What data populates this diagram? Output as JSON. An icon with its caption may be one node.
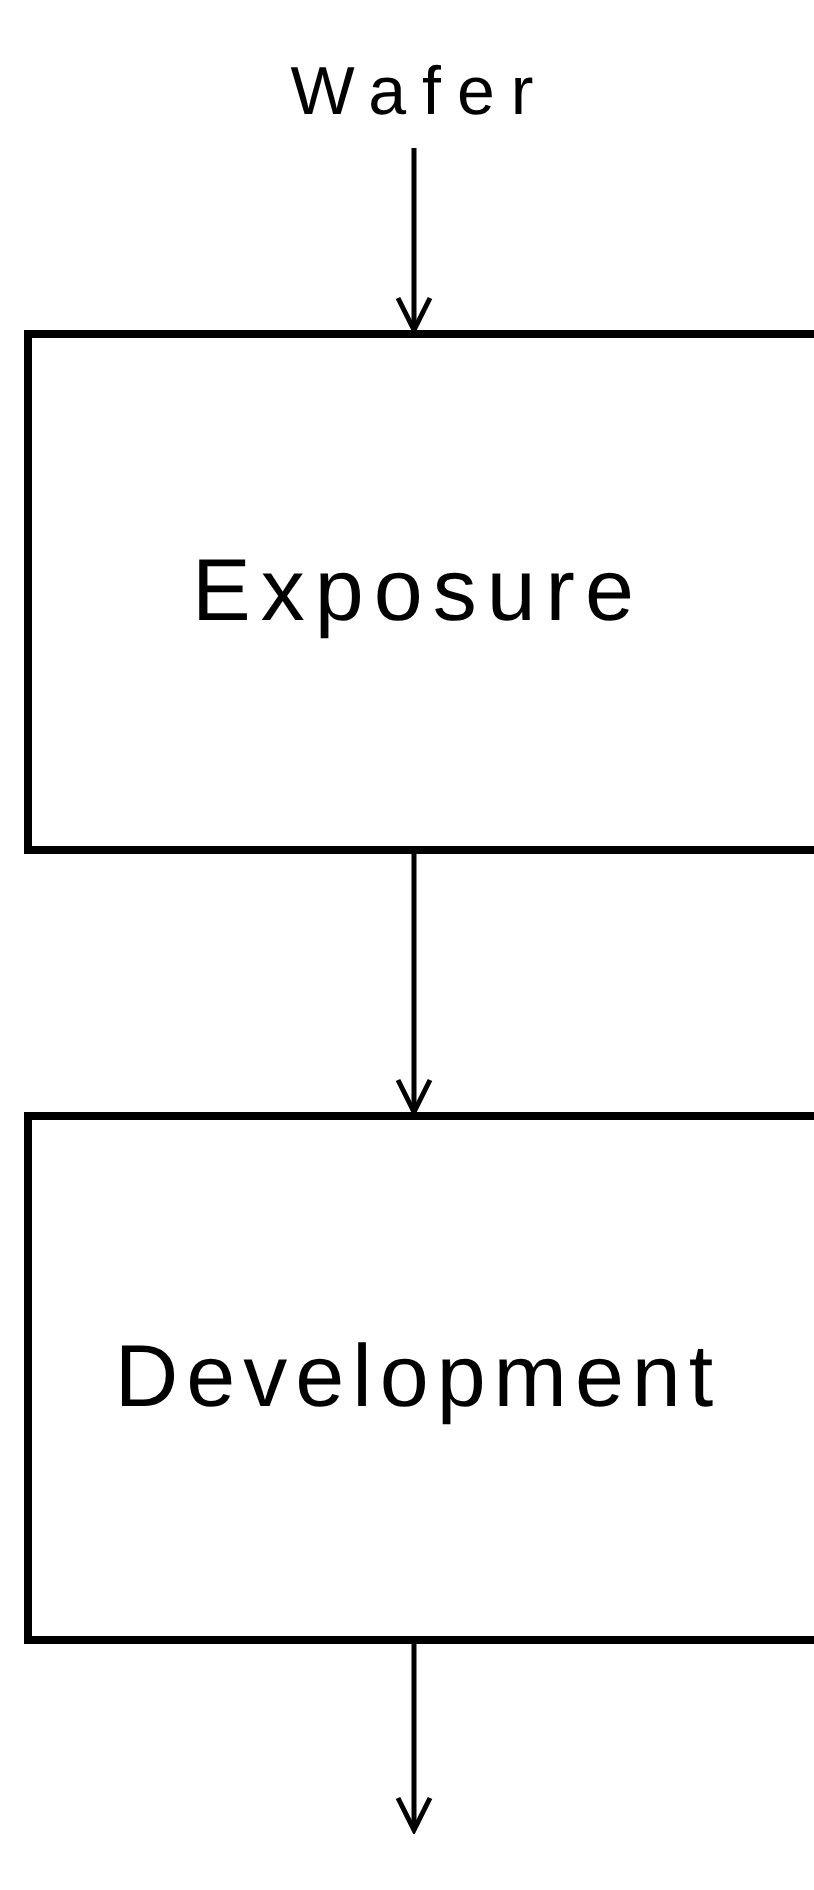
{
  "diagram": {
    "nodes": [
      {
        "text": [
          "Wafer"
        ]
      },
      {
        "text": [
          "Exposure"
        ]
      },
      {
        "text": [
          "Development"
        ]
      }
    ],
    "edges": [
      {
        "from": 0,
        "to": 1,
        "arrow": "to"
      },
      {
        "from": 1,
        "to": 2,
        "arrow": "to"
      },
      {
        "from": 2,
        "to": null,
        "arrow": "to"
      }
    ]
  }
}
